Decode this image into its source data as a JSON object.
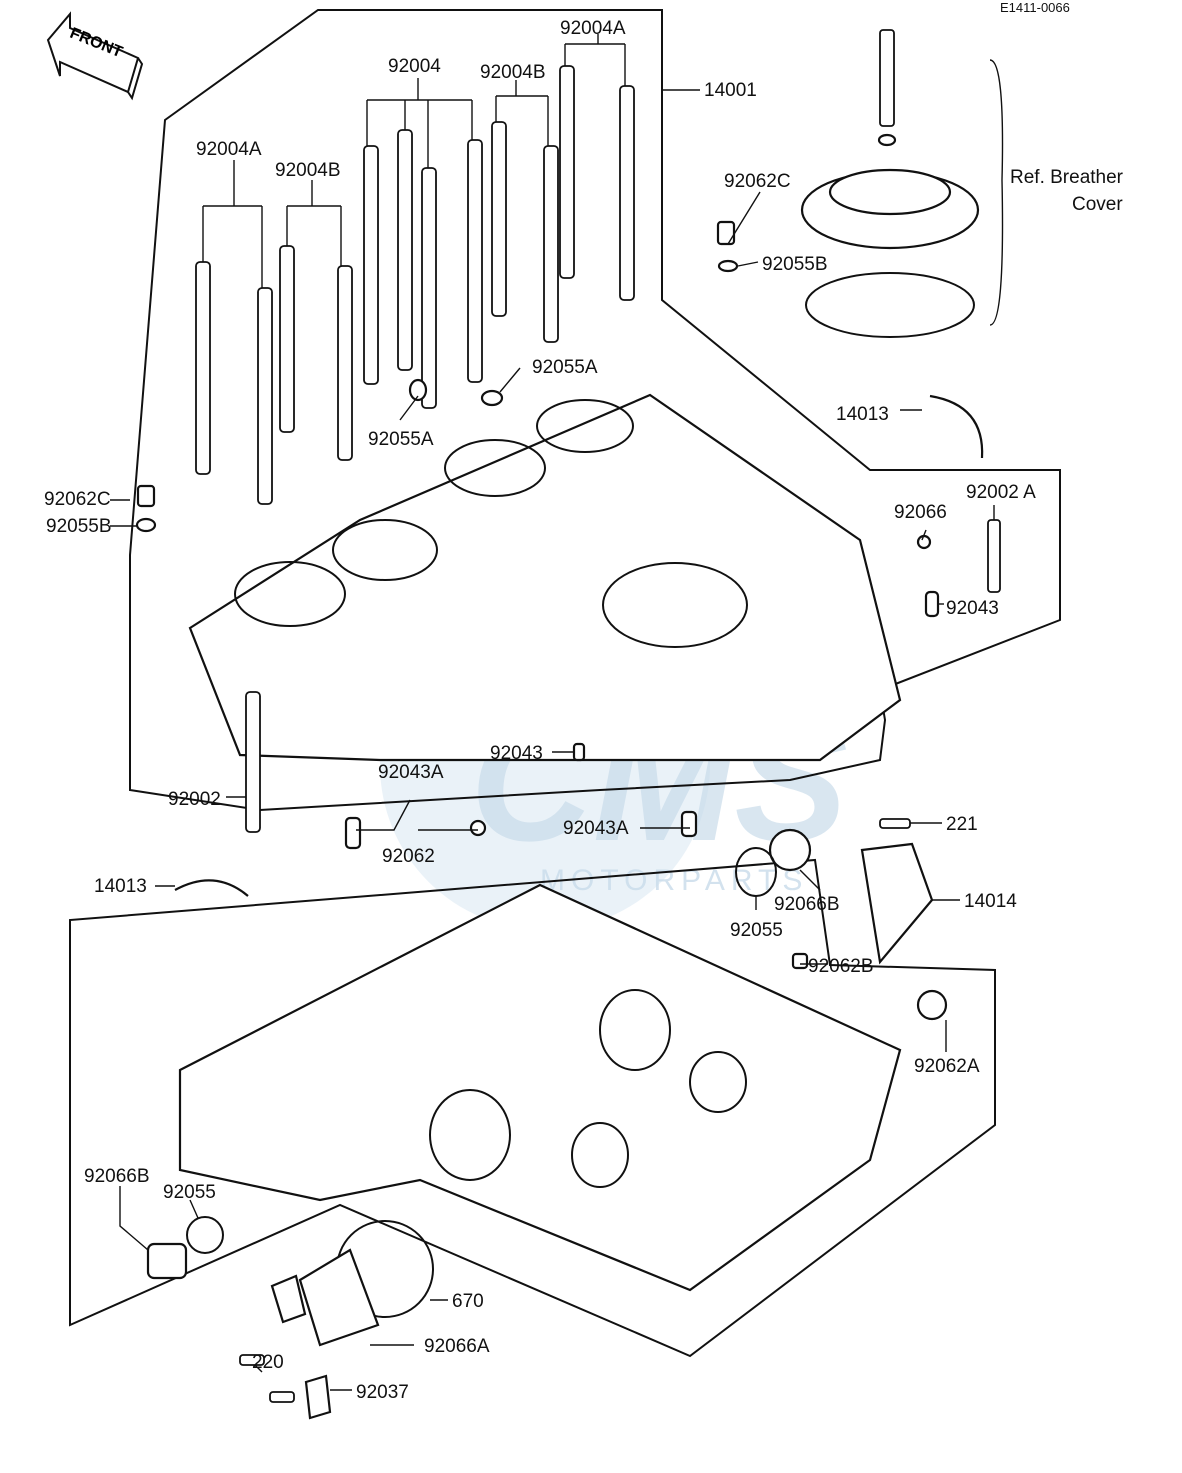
{
  "diagram_code": "E1411-0066",
  "front_arrow": "FRONT",
  "watermark": {
    "brand": "CMS",
    "sub": "MOTORPARTS"
  },
  "colors": {
    "line": "#111111",
    "watermark": "#d9e8f3"
  },
  "ref_note": {
    "line1": "Ref. Breather",
    "line2": "Cover"
  },
  "callouts": {
    "c92004_top": "92004",
    "c92004A_top": "92004A",
    "c92004B_top": "92004B",
    "c92004A_left": "92004A",
    "c92004B_left": "92004B",
    "c14001": "14001",
    "c92062C_r": "92062C",
    "c92055B_r": "92055B",
    "c92055A_r": "92055A",
    "c92055A_l": "92055A",
    "c14013_top": "14013",
    "c92062C_l": "92062C",
    "c92055B_l": "92055B",
    "c92066": "92066",
    "c92002A": "92002 A",
    "c92043_r": "92043",
    "c92043_m": "92043",
    "c92043A_l": "92043A",
    "c92043A_r": "92043A",
    "c92002": "92002",
    "c92062": "92062",
    "c221": "221",
    "c14013_bot": "14013",
    "c92055_r": "92055",
    "c92066B_r": "92066B",
    "c14014": "14014",
    "c92062B": "92062B",
    "c92062A": "92062A",
    "c92066B_l": "92066B",
    "c92055_l": "92055",
    "c670": "670",
    "c92066A": "92066A",
    "c220": "220",
    "c92037": "92037"
  }
}
